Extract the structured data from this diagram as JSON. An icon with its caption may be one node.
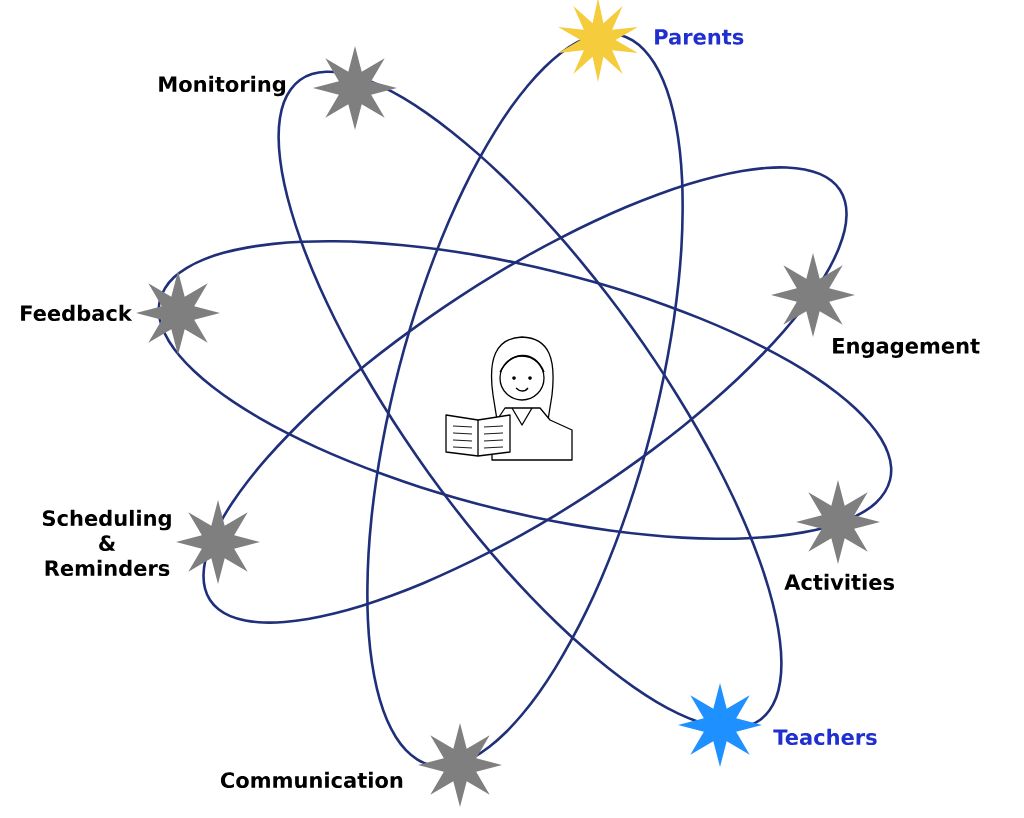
{
  "diagram": {
    "nodes": [
      {
        "text": [
          "Parents"
        ]
      },
      {
        "text": [
          "Monitoring"
        ]
      },
      {
        "text": [
          "Feedback"
        ]
      },
      {
        "text": [
          "Engagement"
        ]
      },
      {
        "text": [],
        "shape": "picture"
      },
      {
        "text": [
          "Scheduling & Reminders"
        ]
      },
      {
        "text": [
          "Activities"
        ]
      },
      {
        "text": [
          "Teachers"
        ]
      },
      {
        "text": [
          "Communication"
        ]
      }
    ]
  }
}
